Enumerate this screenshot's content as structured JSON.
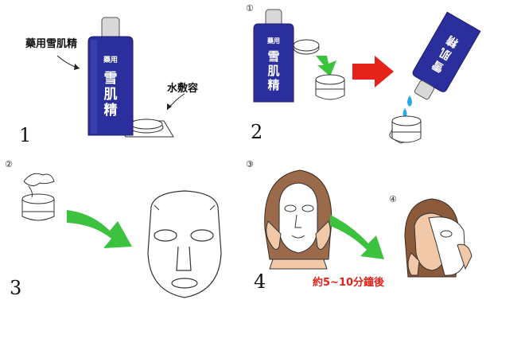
{
  "panel1": {
    "number": "1",
    "bottle_label": "藥用雪肌精",
    "case_label": "水敷容",
    "bottle_text_top": "藥用",
    "bottle_text_main": "雪肌精",
    "icons": [
      "bottle-icon",
      "cotton-case-icon",
      "pointer-arrow-icon"
    ]
  },
  "panel2": {
    "number": "2",
    "marker": "①",
    "bottle_text_top": "藥用",
    "bottle_text_main": "雪肌精",
    "icons": [
      "bottle-icon",
      "cotton-pad-icon",
      "green-arrow-icon",
      "red-arrow-icon",
      "droplet-icon",
      "cup-icon"
    ],
    "colors": {
      "green": "#39c43c",
      "red": "#e5231b",
      "drop": "#2aa7e6"
    }
  },
  "panel3": {
    "number": "3",
    "marker": "②",
    "icons": [
      "cup-icon",
      "green-arrow-icon",
      "face-mask-icon"
    ]
  },
  "panel4": {
    "number": "4",
    "marker_a": "③",
    "marker_b": "④",
    "note": "約5~10分鐘後",
    "icons": [
      "woman-mask-icon",
      "green-arrow-icon",
      "woman-peel-icon"
    ]
  },
  "colors": {
    "bottle_blue": "#2b2f9e",
    "bottle_blue_dark": "#1e2280",
    "arrow_green": "#3cc23f",
    "note_red": "#e2231a"
  }
}
